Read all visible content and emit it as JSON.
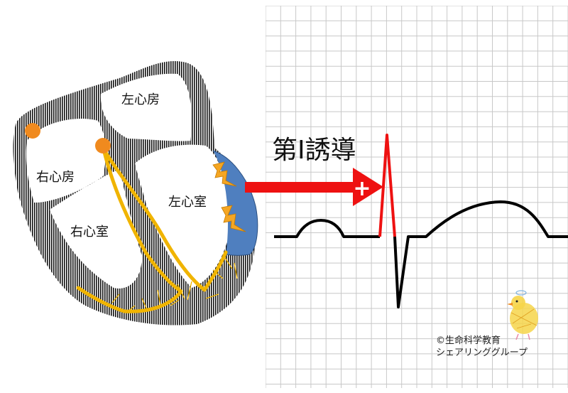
{
  "heart": {
    "left_atrium": "左心房",
    "right_atrium": "右心房",
    "left_ventricle": "左心室",
    "right_ventricle": "右心室"
  },
  "lead": {
    "title": "第Ⅰ誘導",
    "electrode_symbol": "+"
  },
  "credit": {
    "line1": "©生命科学教育",
    "line2": "シェアリンググループ"
  },
  "colors": {
    "conduction": "#f0b400",
    "node": "#f08a1e",
    "lv_highlight": "#4f7fbf",
    "lightning": "#f5a623",
    "arrow": "#ee1111",
    "r_wave": "#ee1111",
    "trace": "#000000",
    "grid": "#c8c8c8"
  },
  "icons": {
    "sa_node": "orange-circle",
    "av_node": "orange-circle",
    "lightning": "lightning-bolt",
    "lead_arrow": "right-arrow",
    "mascot": "chick"
  }
}
